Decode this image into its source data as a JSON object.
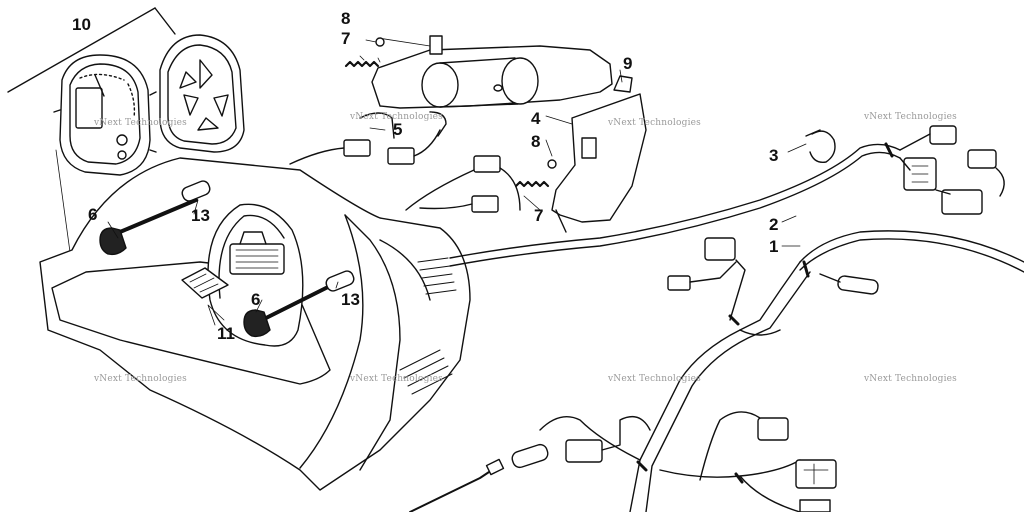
{
  "diagram": {
    "callouts": [
      {
        "id": "c10",
        "label": "10"
      },
      {
        "id": "c8a",
        "label": "8"
      },
      {
        "id": "c7a",
        "label": "7"
      },
      {
        "id": "c9",
        "label": "9"
      },
      {
        "id": "c5",
        "label": "5"
      },
      {
        "id": "c4",
        "label": "4"
      },
      {
        "id": "c8b",
        "label": "8"
      },
      {
        "id": "c3",
        "label": "3"
      },
      {
        "id": "c6a",
        "label": "6"
      },
      {
        "id": "c13a",
        "label": "13"
      },
      {
        "id": "c7b",
        "label": "7"
      },
      {
        "id": "c2",
        "label": "2"
      },
      {
        "id": "c1",
        "label": "1"
      },
      {
        "id": "c6b",
        "label": "6"
      },
      {
        "id": "c13b",
        "label": "13"
      },
      {
        "id": "c11",
        "label": "11"
      }
    ],
    "watermark": "vNext Technologies"
  }
}
